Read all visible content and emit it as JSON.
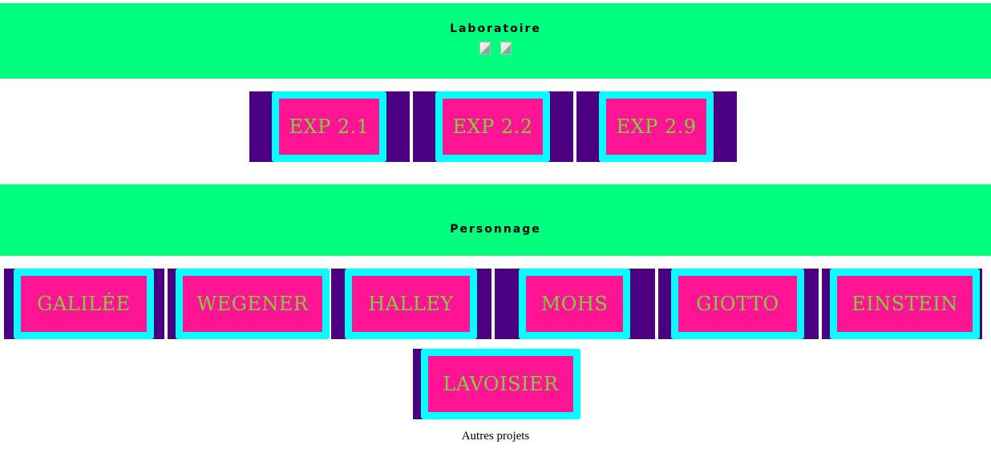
{
  "laboratoire": {
    "title": "Laboratoire",
    "experiments": [
      {
        "label": "EXP 2.1"
      },
      {
        "label": "EXP 2.2"
      },
      {
        "label": "EXP 2.9"
      }
    ]
  },
  "personnage": {
    "title": "Personnage",
    "people": [
      {
        "label": "GALILÉE"
      },
      {
        "label": "WEGENER"
      },
      {
        "label": "HALLEY"
      },
      {
        "label": "MOHS"
      },
      {
        "label": "GIOTTO"
      },
      {
        "label": "EINSTEIN"
      },
      {
        "label": "LAVOISIER"
      }
    ]
  },
  "footer": {
    "text": "Autres projets"
  },
  "colors": {
    "banner": "#00ff7f",
    "cell_background": "#4b0082",
    "tile_border": "#00ffff",
    "tile_fill": "#ff1493",
    "tile_text": "#7fd13b"
  }
}
